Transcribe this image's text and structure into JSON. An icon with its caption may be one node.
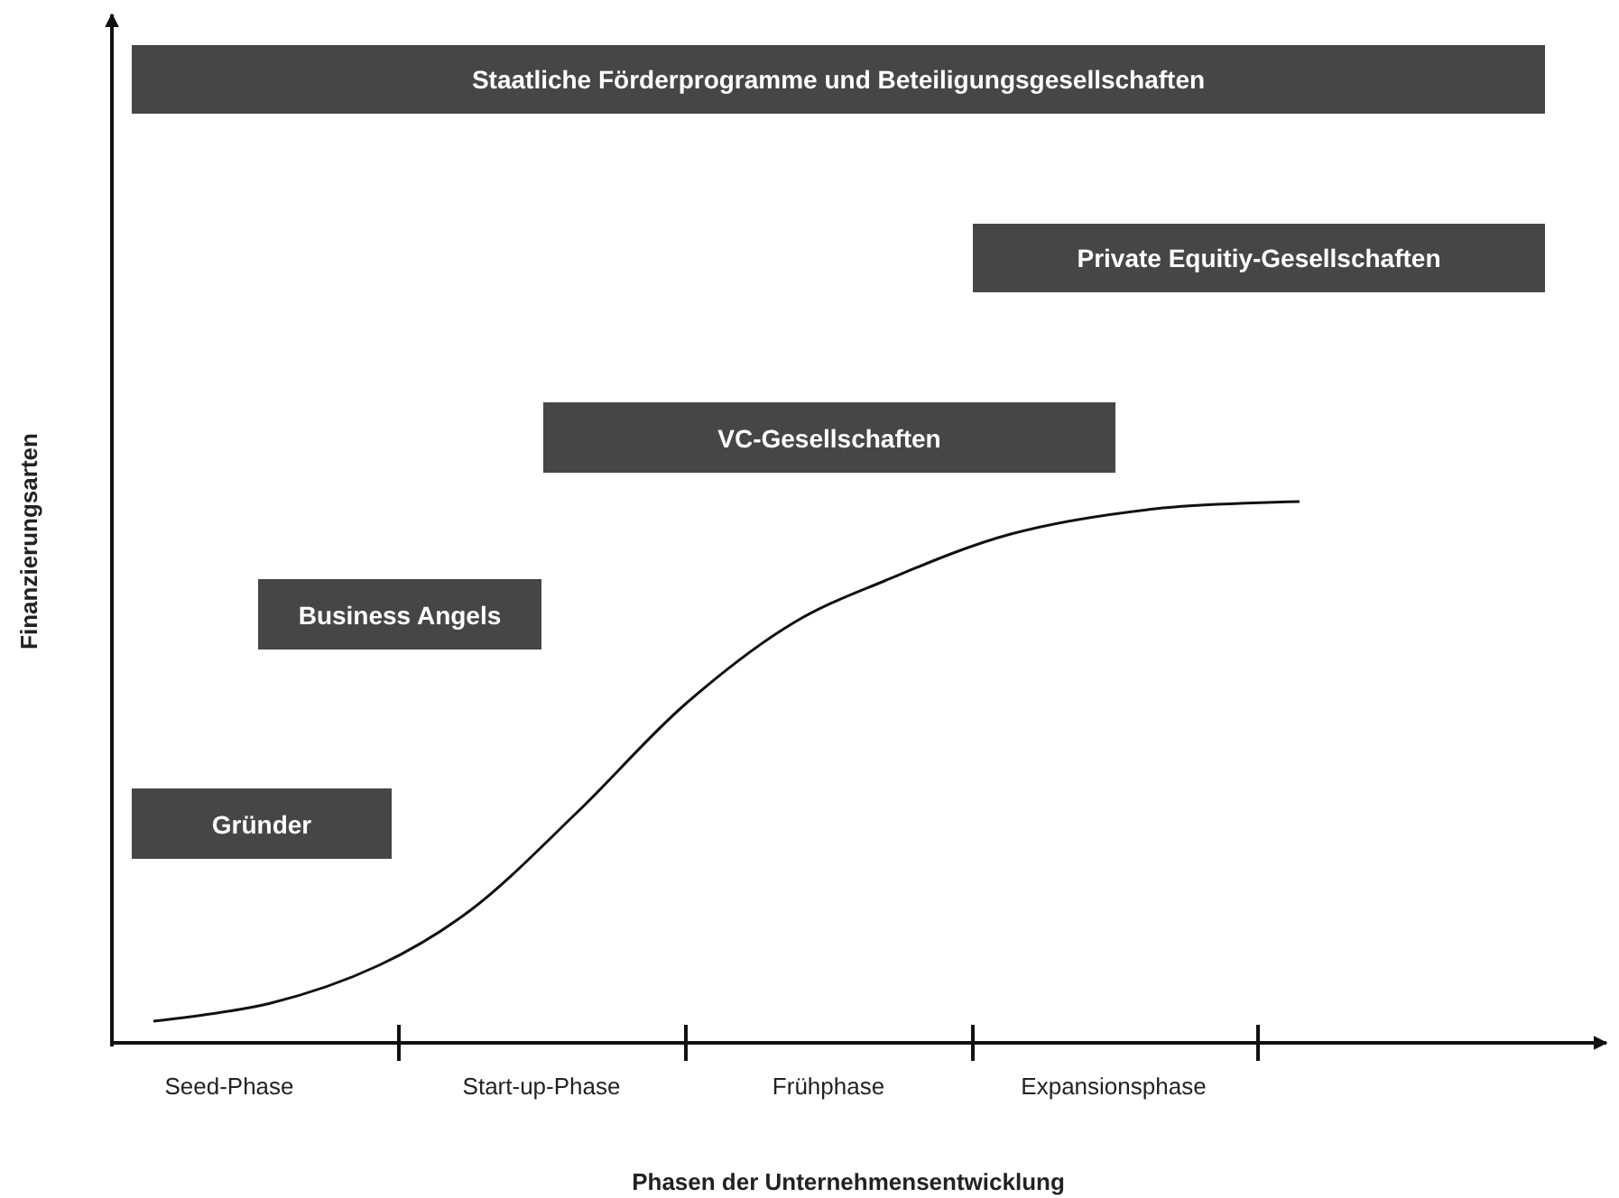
{
  "diagram": {
    "nodes": [
      {
        "text": [
          "Staatliche Förderprogramme und Beteiligungsgesellschaften"
        ]
      },
      {
        "text": [
          "Private Equitiy-Gesellschaften"
        ]
      },
      {
        "text": [
          "VC-Gesellschaften"
        ]
      },
      {
        "text": [
          "Business Angels"
        ]
      },
      {
        "text": [
          "Gründer"
        ]
      }
    ],
    "labels": [
      "Finanzierungsarten",
      "Seed-Phase",
      "Start-up-Phase",
      "Frühphase",
      "Expansionsphase",
      "Phasen der Unternehmensentwicklung"
    ]
  }
}
